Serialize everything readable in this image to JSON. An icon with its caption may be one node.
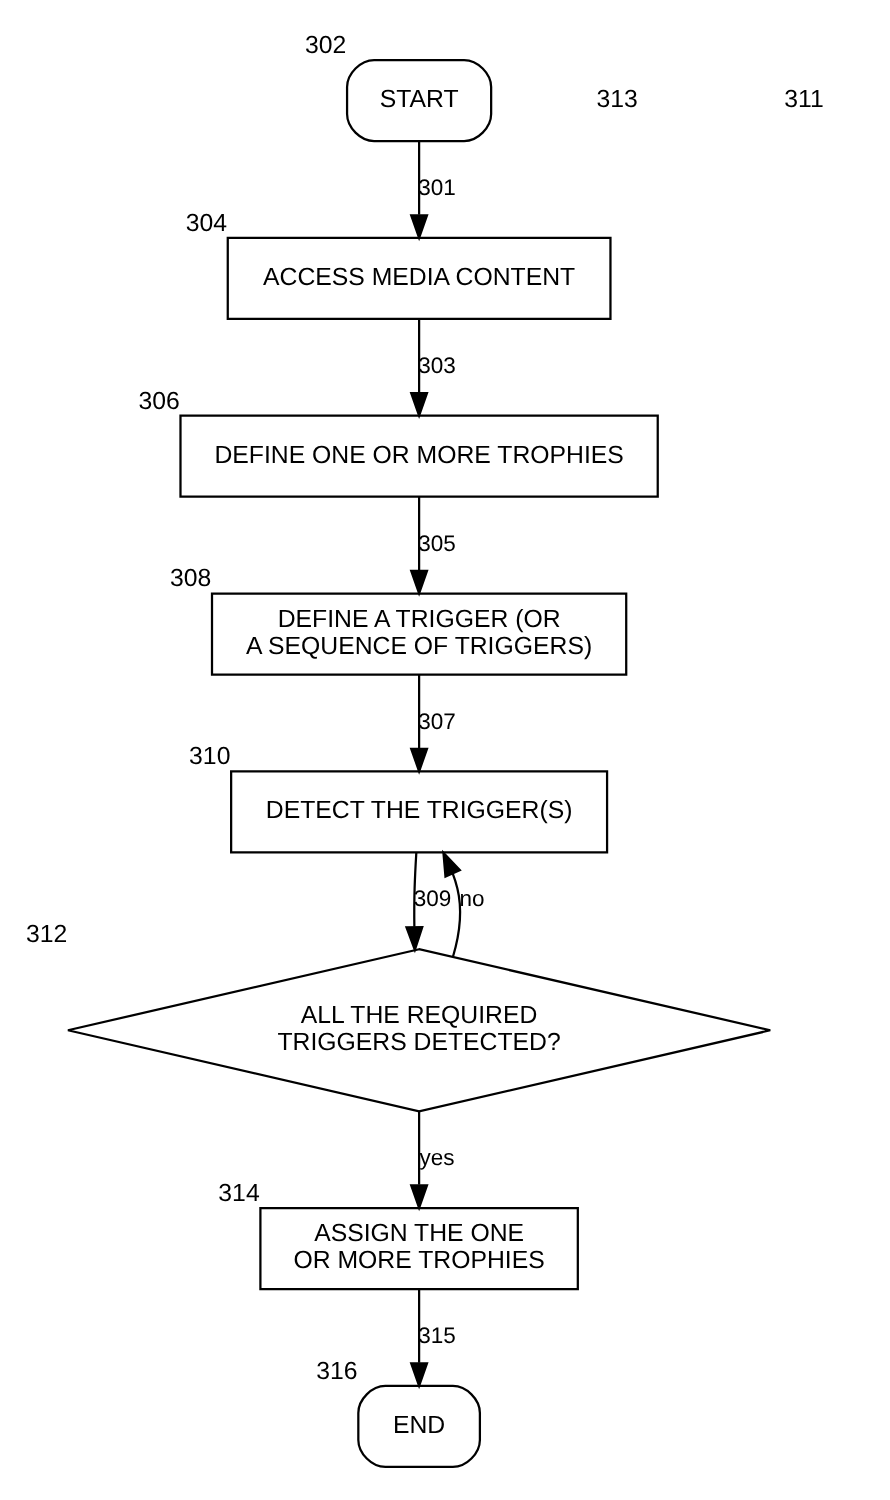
{
  "diagram": {
    "nodes": [
      {
        "text": [
          "START"
        ],
        "beside": [
          "302"
        ]
      },
      {
        "text": [
          "ACCESS MEDIA CONTENT"
        ],
        "beside": [
          "304"
        ]
      },
      {
        "text": [
          "DEFINE ONE OR MORE TROPHIES"
        ],
        "beside": [
          "306"
        ]
      },
      {
        "text": [
          "DEFINE A TRIGGER (OR A SEQUENCE OF TRIGGERS)"
        ],
        "beside": [
          "308"
        ]
      },
      {
        "text": [
          "DETECT THE TRIGGER(S)"
        ],
        "beside": [
          "310"
        ]
      },
      {
        "text": [
          "ALL THE REQUIRED TRIGGERS DETECTED?"
        ],
        "beside": [
          "312"
        ]
      },
      {
        "text": [
          "ASSIGN THE ONE OR MORE TROPHIES"
        ],
        "beside": [
          "314"
        ]
      },
      {
        "text": [
          "END"
        ],
        "beside": [
          "316"
        ]
      }
    ],
    "edges": [
      {
        "from": 0,
        "to": 1,
        "arrow": "to",
        "label": "301"
      },
      {
        "from": 1,
        "to": 2,
        "arrow": "to",
        "label": "303"
      },
      {
        "from": 2,
        "to": 3,
        "arrow": "to",
        "label": "305"
      },
      {
        "from": 3,
        "to": 4,
        "arrow": "to",
        "label": "307"
      },
      {
        "from": 4,
        "to": 5,
        "arrow": "to",
        "label": "309"
      },
      {
        "from": 5,
        "to": 4,
        "arrow": "to",
        "label": "no"
      },
      {
        "from": 5,
        "to": 6,
        "arrow": "to",
        "label": "yes"
      },
      {
        "from": 6,
        "to": 7,
        "arrow": "to",
        "label": "315"
      }
    ],
    "labels": [
      "313",
      "311"
    ]
  }
}
